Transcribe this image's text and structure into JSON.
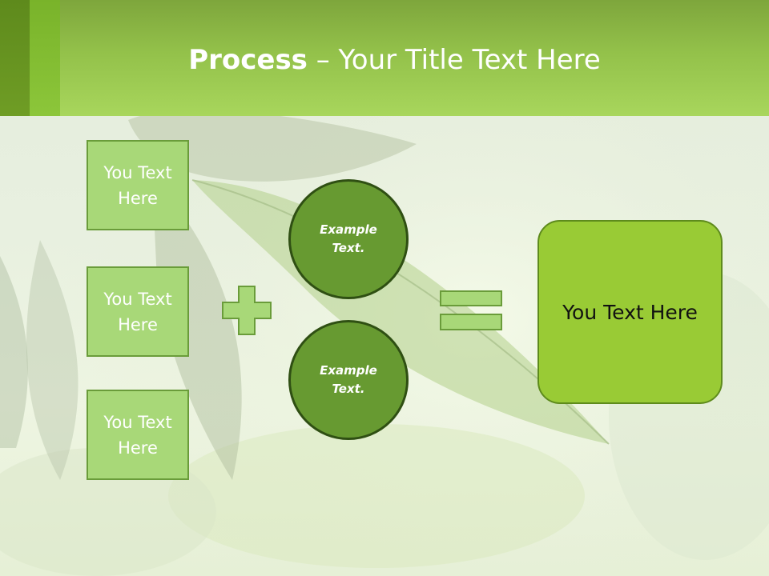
{
  "title": {
    "bold": "Process",
    "rest": " – Your Title Text Here"
  },
  "inputs": [
    {
      "label": "You Text Here"
    },
    {
      "label": "You Text Here"
    },
    {
      "label": "You Text Here"
    }
  ],
  "circles": [
    {
      "label": "Example Text."
    },
    {
      "label": "Example Text."
    }
  ],
  "result": {
    "label": "You Text Here"
  },
  "icons": {
    "plus": "plus-icon",
    "equals": "equals-icon"
  },
  "colors": {
    "header": "#93c14a",
    "input_box": "#a8d878",
    "circle": "#679a31",
    "result_box": "#99cb35"
  }
}
